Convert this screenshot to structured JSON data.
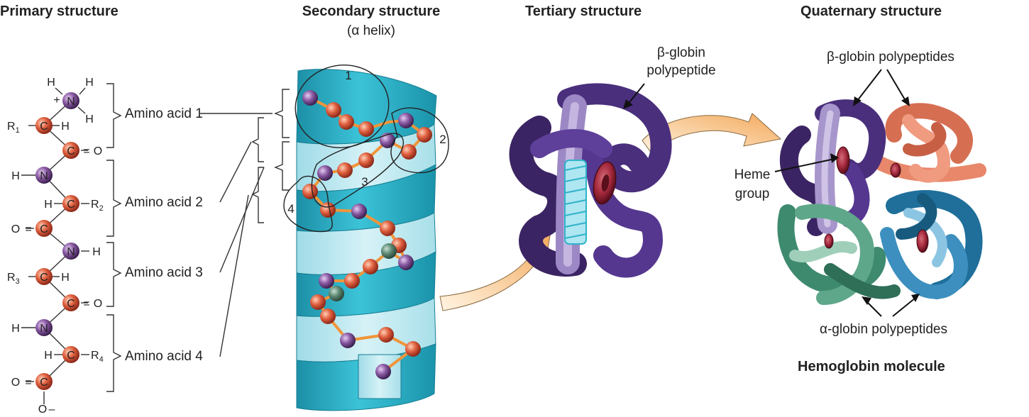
{
  "titles": {
    "primary": "Primary structure",
    "secondary": "Secondary structure",
    "secondary_sub": "(α helix)",
    "tertiary": "Tertiary structure",
    "quaternary": "Quaternary structure",
    "hemoglobin": "Hemoglobin molecule"
  },
  "amino_acids": [
    "Amino acid 1",
    "Amino acid 2",
    "Amino acid 3",
    "Amino acid 4"
  ],
  "atoms": {
    "carbon": "C",
    "nitrogen": "N",
    "hydrogen": "H",
    "oxygen": "O",
    "plus": "+",
    "minus": "–",
    "double_bond": "=",
    "r1": "R",
    "r1_sub": "1",
    "r2": "R",
    "r2_sub": "2",
    "r3": "R",
    "r3_sub": "3",
    "r4": "R",
    "r4_sub": "4"
  },
  "helix_numbers": [
    "1",
    "2",
    "3",
    "4"
  ],
  "labels": {
    "beta_globin_polypeptide_line1": "β-globin",
    "beta_globin_polypeptide_line2": "polypeptide",
    "beta_globin_polypeptides": "β-globin polypeptides",
    "alpha_globin_polypeptides": "α-globin polypeptides",
    "heme_line1": "Heme",
    "heme_line2": "group"
  },
  "colors": {
    "carbon": "#d9533b",
    "nitrogen": "#7a4a8f",
    "ribbon": "#2fb3c9",
    "ribbon_light": "#b8e6ef",
    "bond": "#f0953a",
    "beta_globin": "#4b2f7f",
    "beta_globin_2": "#e07e62",
    "alpha_globin_1": "#3e8a6f",
    "alpha_globin_2": "#1f6f9a",
    "heme": "#9e2a3a",
    "arrow": "#f7c98a"
  }
}
